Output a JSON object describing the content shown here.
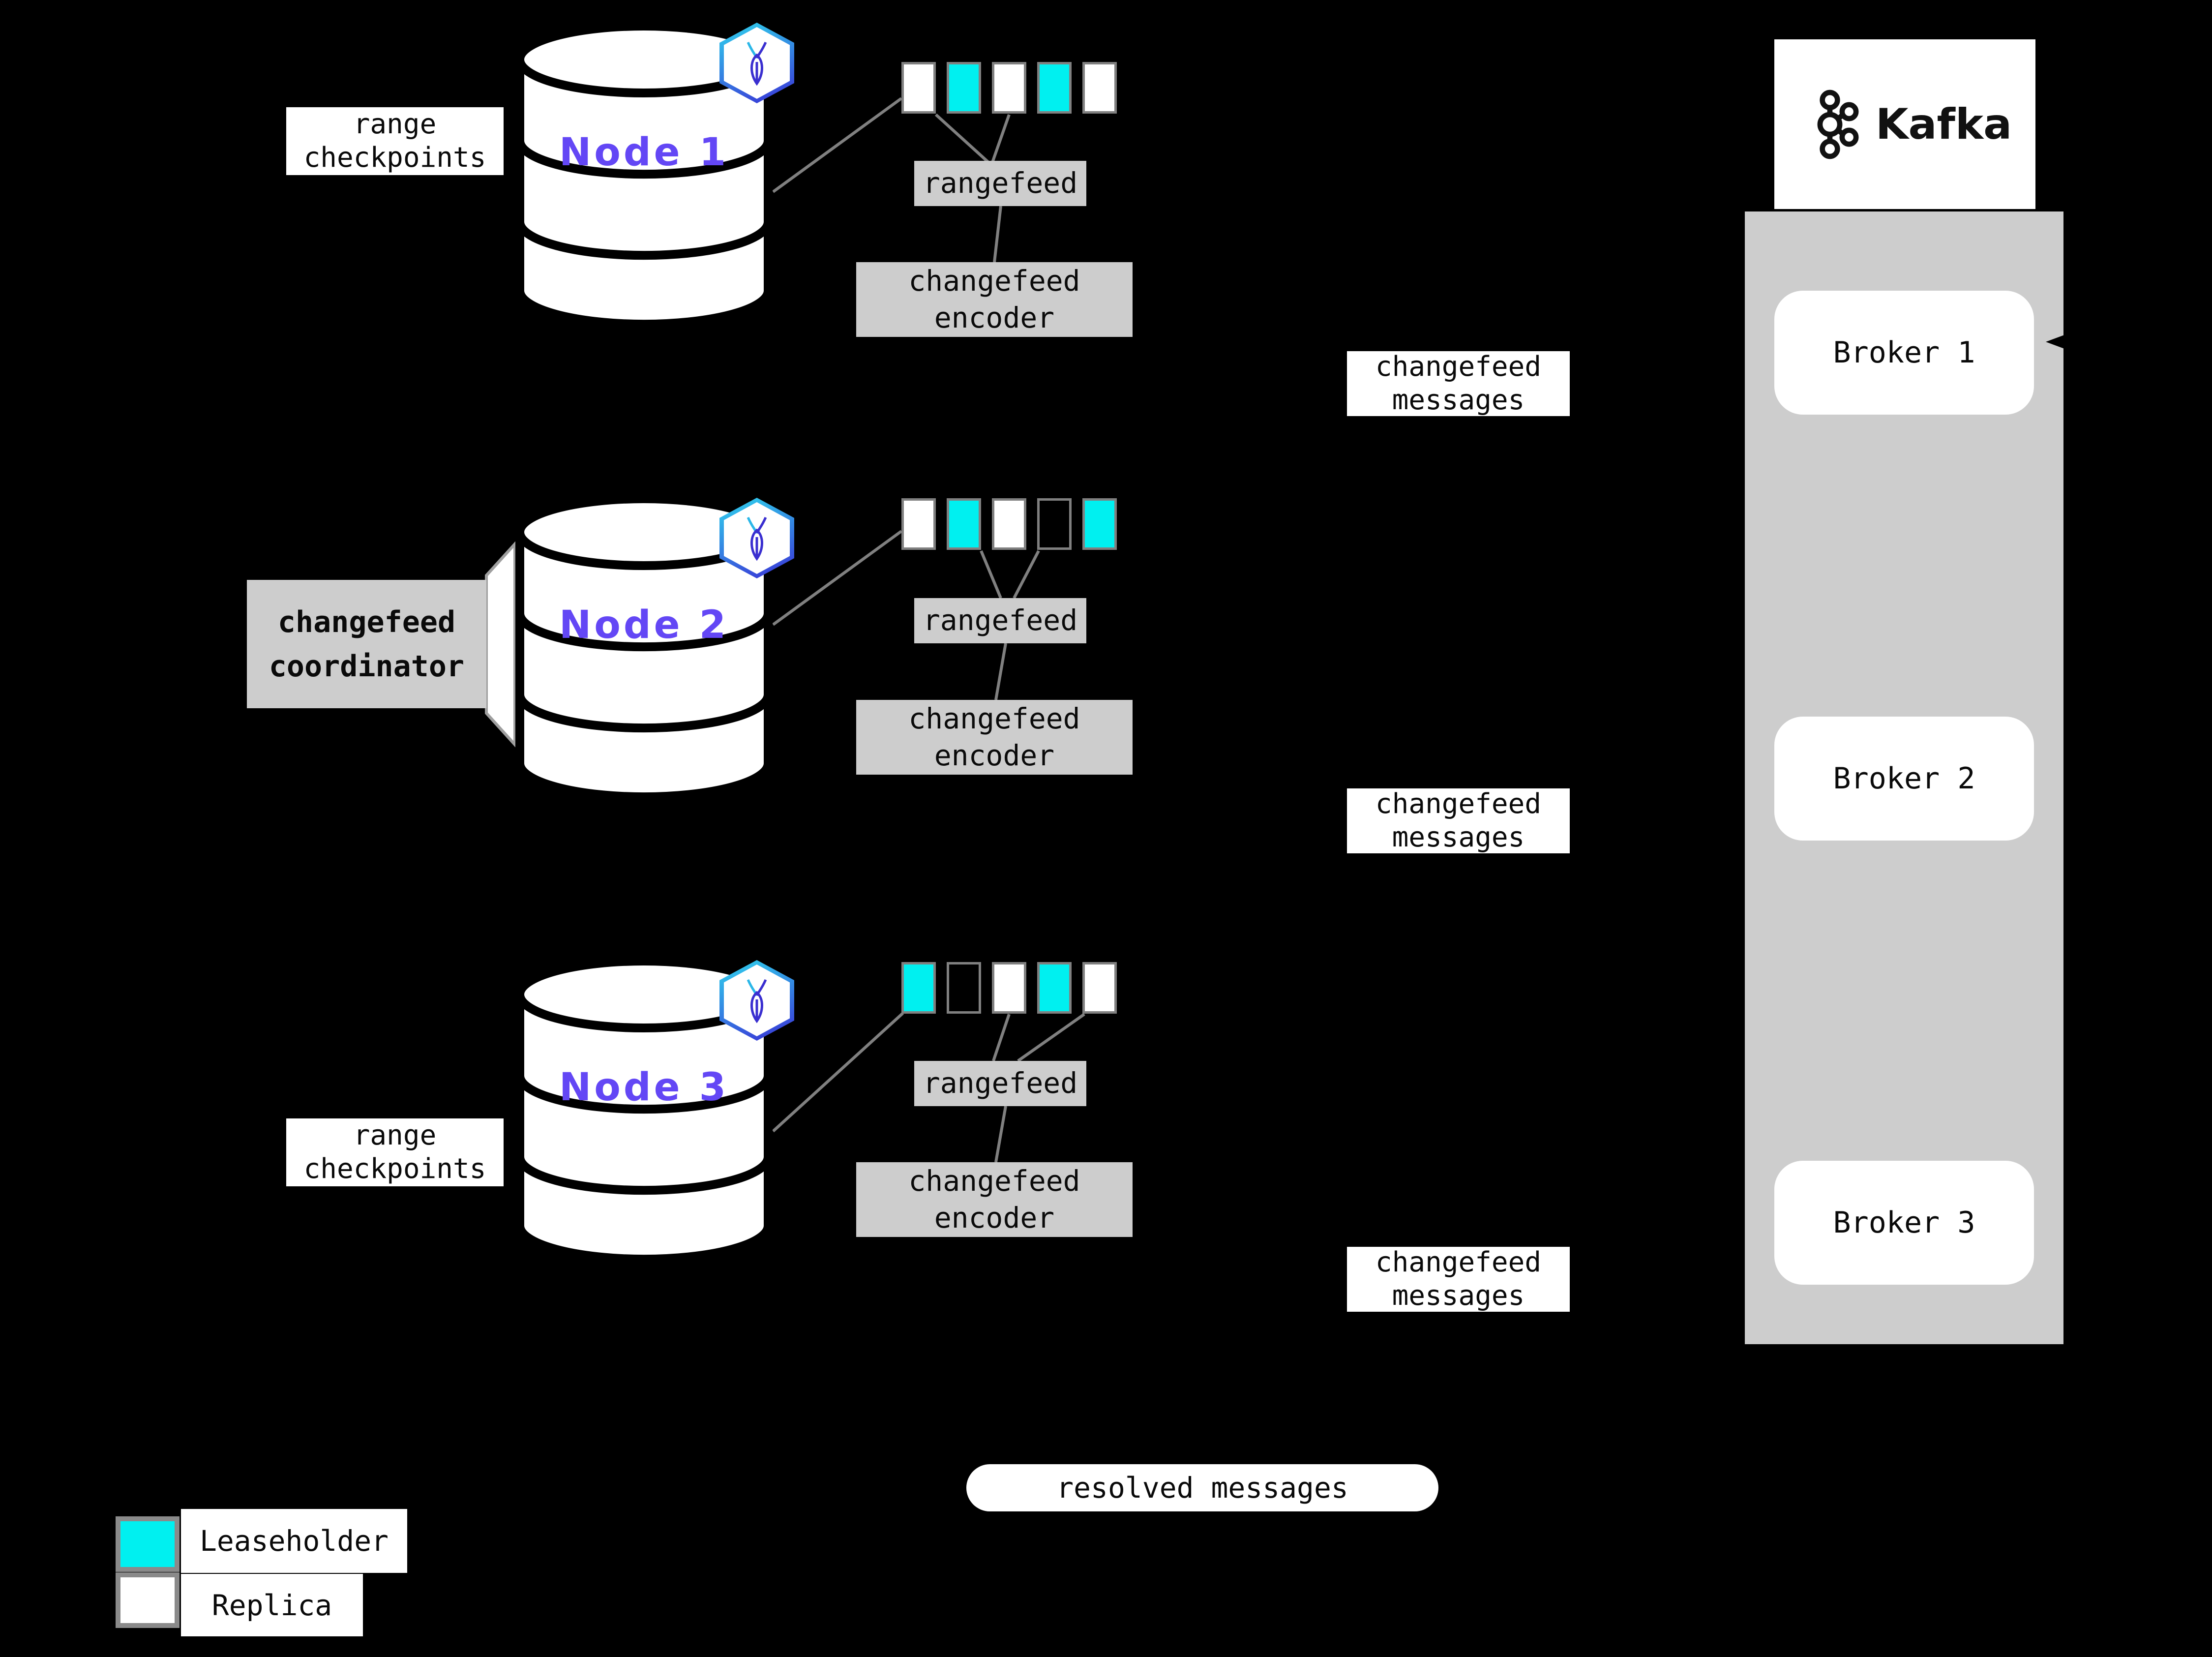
{
  "palette": {
    "background": "#000000",
    "panel_gray": "#cdcdcd",
    "block_border_gray": "#808080",
    "connector_gray": "#808080",
    "leaseholder_cyan": "#00F0F0",
    "replica_white": "#ffffff",
    "node_label_purple": "#6347F5",
    "text_black": "#0a0a0a",
    "hex_gradient_start": "#2FD6EE",
    "hex_gradient_end": "#3A2FD6"
  },
  "labels": {
    "range_checkpoints": "range\ncheckpoints",
    "rangefeed": "rangefeed",
    "changefeed_encoder": "changefeed\nencoder",
    "changefeed_messages": "changefeed\nmessages",
    "changefeed_coordinator": "changefeed\ncoordinator",
    "resolved_messages": "resolved messages"
  },
  "nodes": [
    {
      "name": "Node 1",
      "ranges": [
        "replica",
        "leaseholder",
        "replica",
        "leaseholder",
        "replica"
      ]
    },
    {
      "name": "Node 2",
      "ranges": [
        "replica",
        "leaseholder",
        "replica",
        "empty",
        "leaseholder"
      ]
    },
    {
      "name": "Node 3",
      "ranges": [
        "leaseholder",
        "empty",
        "replica",
        "leaseholder",
        "replica"
      ]
    }
  ],
  "kafka": {
    "title": "Kafka",
    "brokers": [
      "Broker 1",
      "Broker 2",
      "Broker 3"
    ]
  },
  "legend": {
    "items": [
      {
        "label": "Leaseholder",
        "type": "leaseholder"
      },
      {
        "label": "Replica",
        "type": "replica"
      }
    ]
  },
  "icons": {
    "node_badge": "cockroachdb-icon",
    "kafka_logo": "kafka-logo-icon"
  }
}
